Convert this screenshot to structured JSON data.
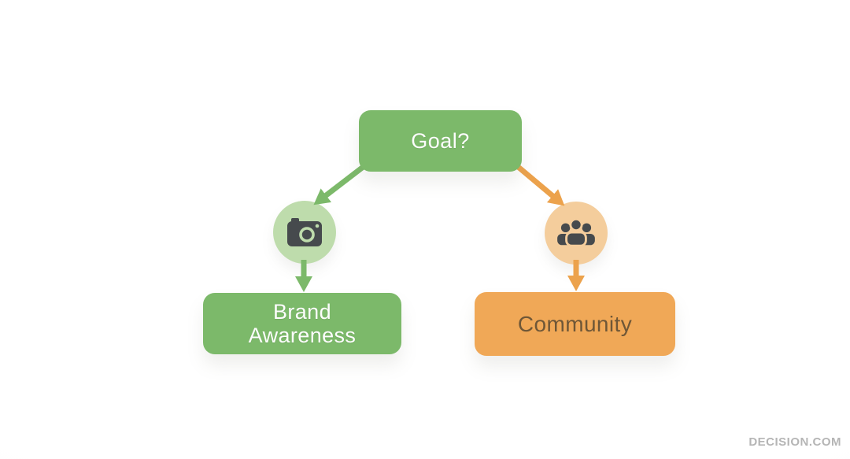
{
  "diagram": {
    "root": {
      "label": "Goal?",
      "color": "#7cb96a",
      "text_color": "#fdfdfd"
    },
    "branches": [
      {
        "label": "Brand Awareness",
        "icon": "camera-icon",
        "node_color": "#7cb96a",
        "circle_color": "#bedcac",
        "arrow_color": "#7cb96a",
        "text_color": "#fdfdfd"
      },
      {
        "label": "Community",
        "icon": "people-icon",
        "node_color": "#f0a857",
        "circle_color": "#f4cd9c",
        "arrow_color": "#eca24c",
        "text_color": "#6f5737"
      }
    ],
    "icon_glyph_color": "#464a4d"
  },
  "watermark": {
    "text": "DECISION.COM",
    "color": "#b5b5b5"
  }
}
